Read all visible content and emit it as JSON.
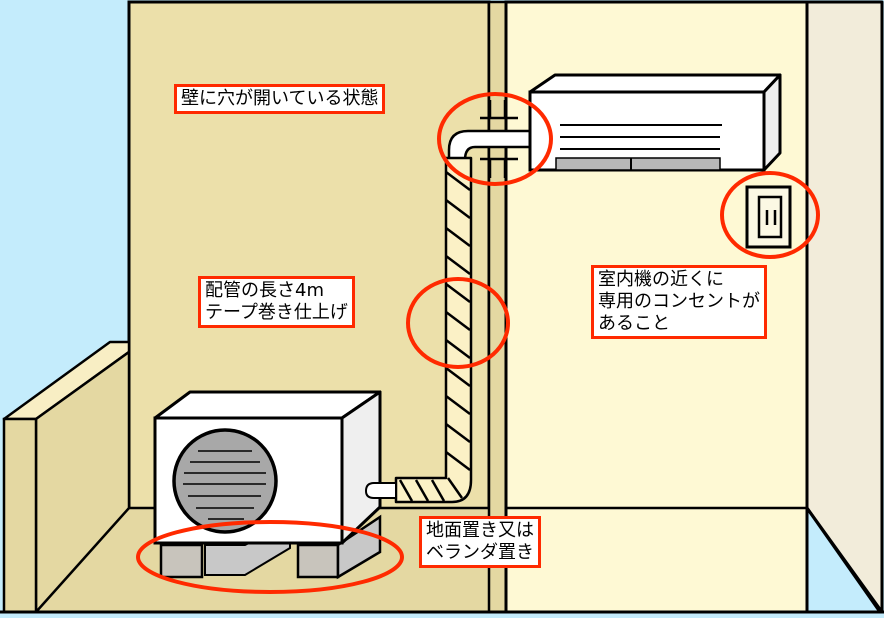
{
  "diagram": {
    "title": "エアコン設置条件の説明図",
    "labels": {
      "wall_hole": "壁に穴が開いている状態",
      "piping": [
        "配管の長さ4m",
        "テープ巻き仕上げ"
      ],
      "outlet": [
        "室内機の近くに",
        "専用のコンセントが",
        "あること"
      ],
      "outdoor_placement": [
        "地面置き又は",
        "ベランダ置き"
      ]
    },
    "components": [
      {
        "name": "indoor-unit",
        "description": "室内機"
      },
      {
        "name": "outdoor-unit",
        "description": "室外機"
      },
      {
        "name": "power-outlet",
        "description": "専用コンセント"
      },
      {
        "name": "refrigerant-pipe",
        "description": "テープ巻き配管"
      },
      {
        "name": "wall-hole",
        "description": "壁の穴"
      }
    ],
    "colors": {
      "sky": "#c4ecfc",
      "outer_wall": "#ece0aa",
      "outer_floor": "#e4d8a2",
      "inner_wall": "#fef9d4",
      "side_wall": "#f2ecda",
      "highlight": "#ff2a00",
      "unit_body": "#ffffff",
      "fan_grille": "#a8a8a8",
      "stand": "#c8c4bc"
    }
  }
}
